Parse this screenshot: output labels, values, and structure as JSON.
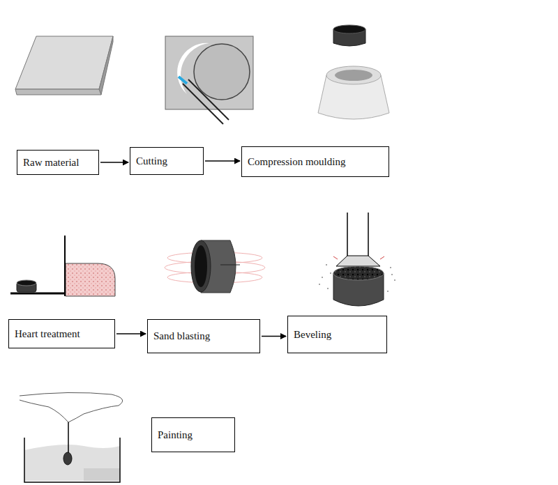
{
  "diagram": {
    "nodes": [
      {
        "text": [
          "Raw material"
        ]
      },
      {
        "text": [
          "Cutting"
        ]
      },
      {
        "text": [
          "Compression moulding"
        ]
      },
      {
        "text": [
          "Heart treatment"
        ]
      },
      {
        "text": [
          "Sand blasting"
        ]
      },
      {
        "text": [
          "Beveling"
        ]
      },
      {
        "text": [
          "Painting"
        ]
      }
    ],
    "edges": [
      {
        "from": 0,
        "to": 1,
        "arrow": "to"
      },
      {
        "from": 1,
        "to": 2,
        "arrow": "to"
      },
      {
        "from": 3,
        "to": 4,
        "arrow": "to"
      },
      {
        "from": 4,
        "to": 5,
        "arrow": "to"
      }
    ]
  }
}
